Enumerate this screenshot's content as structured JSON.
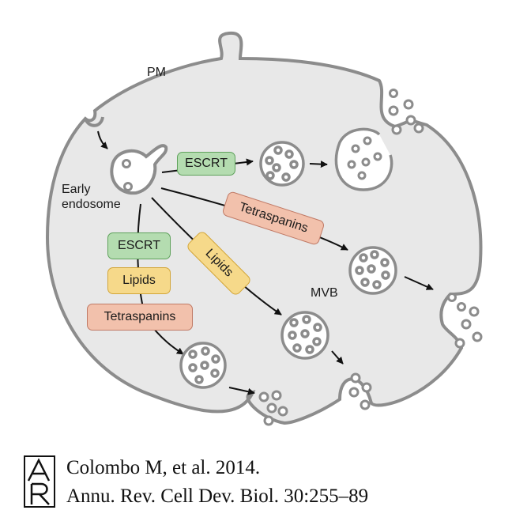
{
  "labels": {
    "pm": "PM",
    "early_endosome": "Early\nendosome",
    "mvb": "MVB"
  },
  "pathway_boxes": {
    "escrt_top": "ESCRT",
    "tetraspanins_mid": "Tetraspanins",
    "lipids_diag": "Lipids",
    "escrt_stack": "ESCRT",
    "lipids_stack": "Lipids",
    "tetraspanins_stack": "Tetraspanins"
  },
  "citation": {
    "line1": "Colombo M, et al. 2014.",
    "line2": "Annu. Rev. Cell Dev. Biol. 30:255–89"
  },
  "logo": {
    "letters": "AR"
  },
  "colors": {
    "cell_fill": "#e8e8e8",
    "membrane": "#8c8c8c",
    "escrt_green": "#b4dcb0",
    "tetraspanins_pink": "#f2c1ac",
    "lipids_yellow": "#f6d98a"
  }
}
